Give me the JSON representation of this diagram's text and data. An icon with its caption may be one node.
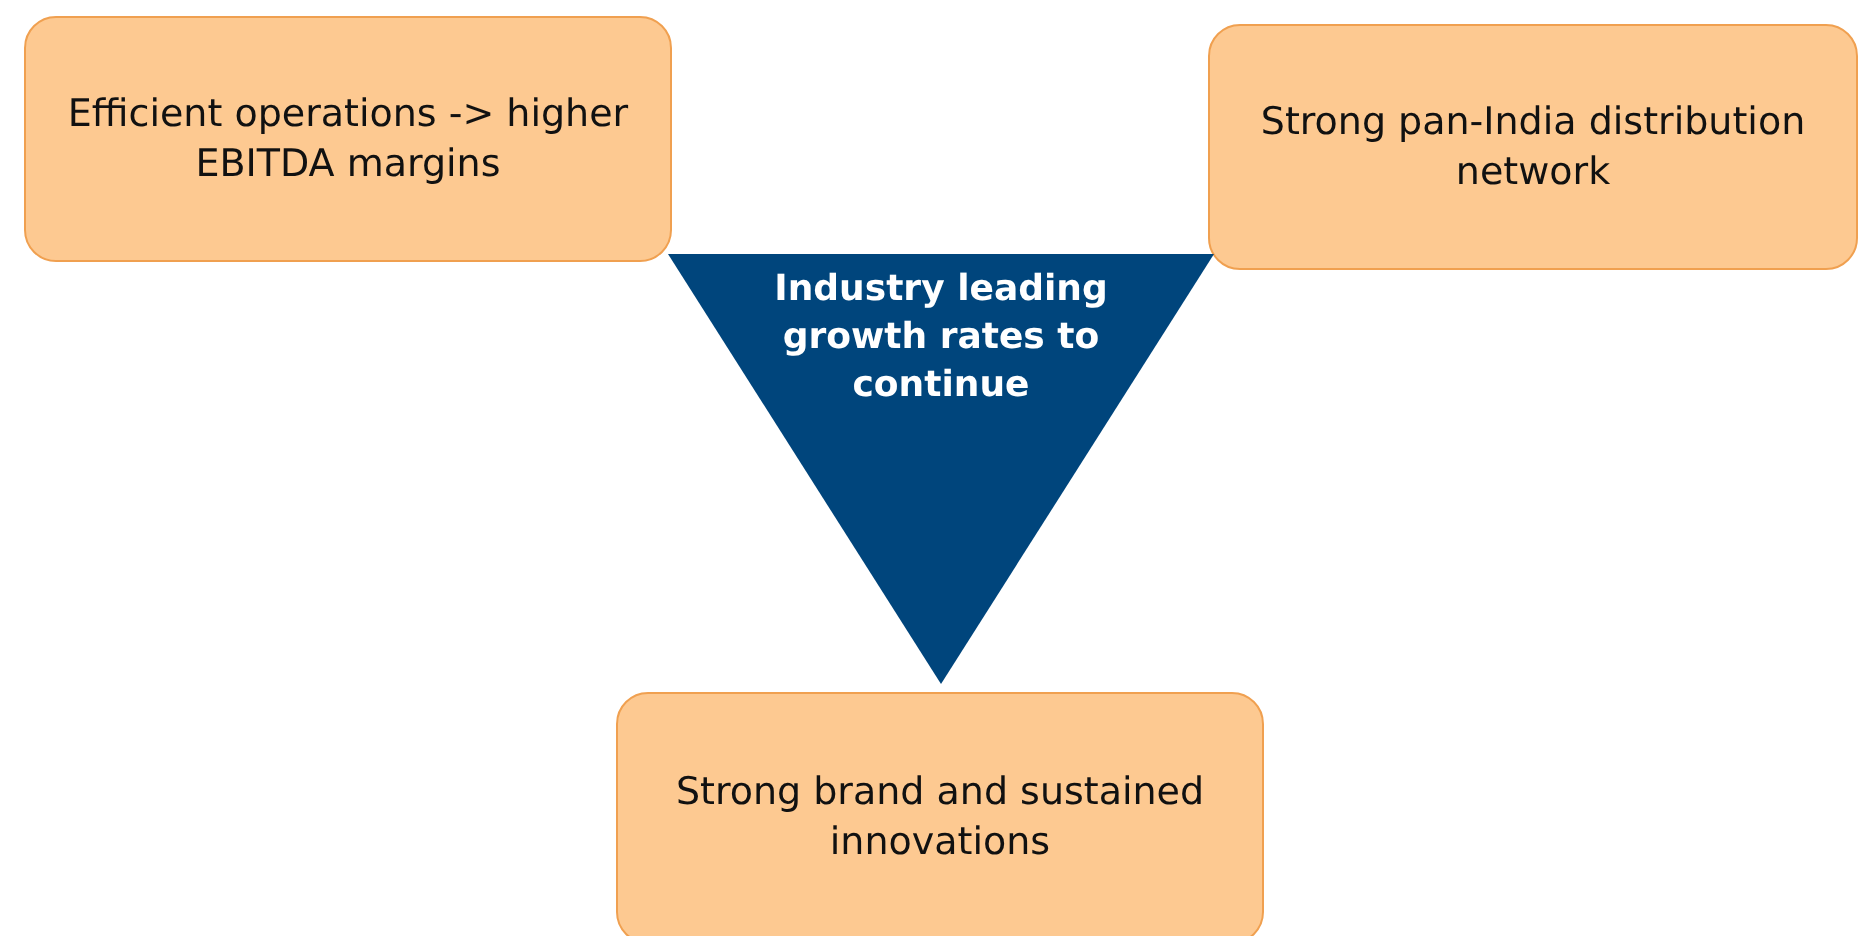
{
  "diagram": {
    "nodes": [
      {
        "text": [
          "Efficient operations -> higher EBITDA margins"
        ]
      },
      {
        "text": [
          "Strong pan-India distribution network"
        ]
      },
      {
        "text": [
          "Industry leading growth rates to continue"
        ]
      },
      {
        "text": [
          "Strong brand and sustained innovations"
        ]
      }
    ]
  }
}
